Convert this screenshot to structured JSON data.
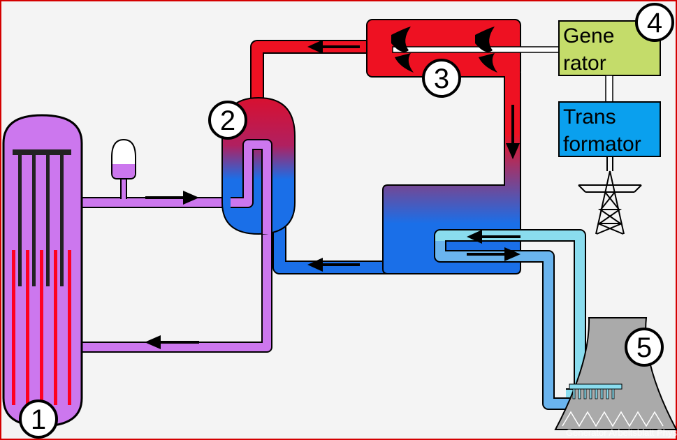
{
  "labels": {
    "generator_line1": "Gene",
    "generator_line2": "rator",
    "transformator_line1": "Trans",
    "transformator_line2": "formator"
  },
  "numbers": {
    "reactor": "1",
    "steam_generator": "2",
    "turbine": "3",
    "generator": "4",
    "cooling_tower": "5"
  },
  "watermark": "Generator Arbeitsblatt Physik",
  "colors": {
    "frame": "#d40000",
    "primary_loop": "#cc77ee",
    "hot_steam": "#ee1122",
    "cold_water": "#1a6fe8",
    "cooling_water": "#7fd0ee",
    "generator_box": "#c4dc6a",
    "transformator_box": "#0aa0ee",
    "control_rods": "#222222",
    "fuel_rods": "#ff0022"
  }
}
